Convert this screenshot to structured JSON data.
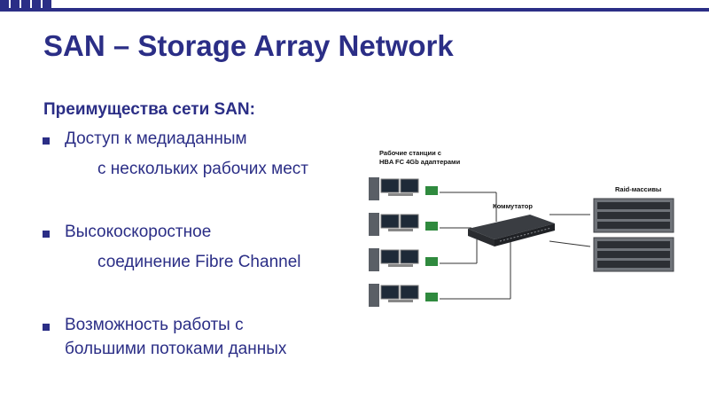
{
  "slide": {
    "title": "SAN – Storage Array Network",
    "subtitle": "Преимущества сети SAN:",
    "bullets": [
      {
        "line1": "Доступ к медиаданным",
        "line2": "с нескольких рабочих мест"
      },
      {
        "line1": "Высокоскоростное",
        "line2": "соединение Fibre Channel"
      },
      {
        "line1": "Возможность работы с",
        "line2": "большими потоками данных"
      }
    ]
  },
  "diagram": {
    "workstations_label_1": "Рабочие станции с",
    "workstations_label_2": "HBA FC 4Gb адаптерами",
    "switch_label": "Коммутатор",
    "raid_label": "Raid-массивы"
  },
  "colors": {
    "accent": "#2b2e86"
  }
}
